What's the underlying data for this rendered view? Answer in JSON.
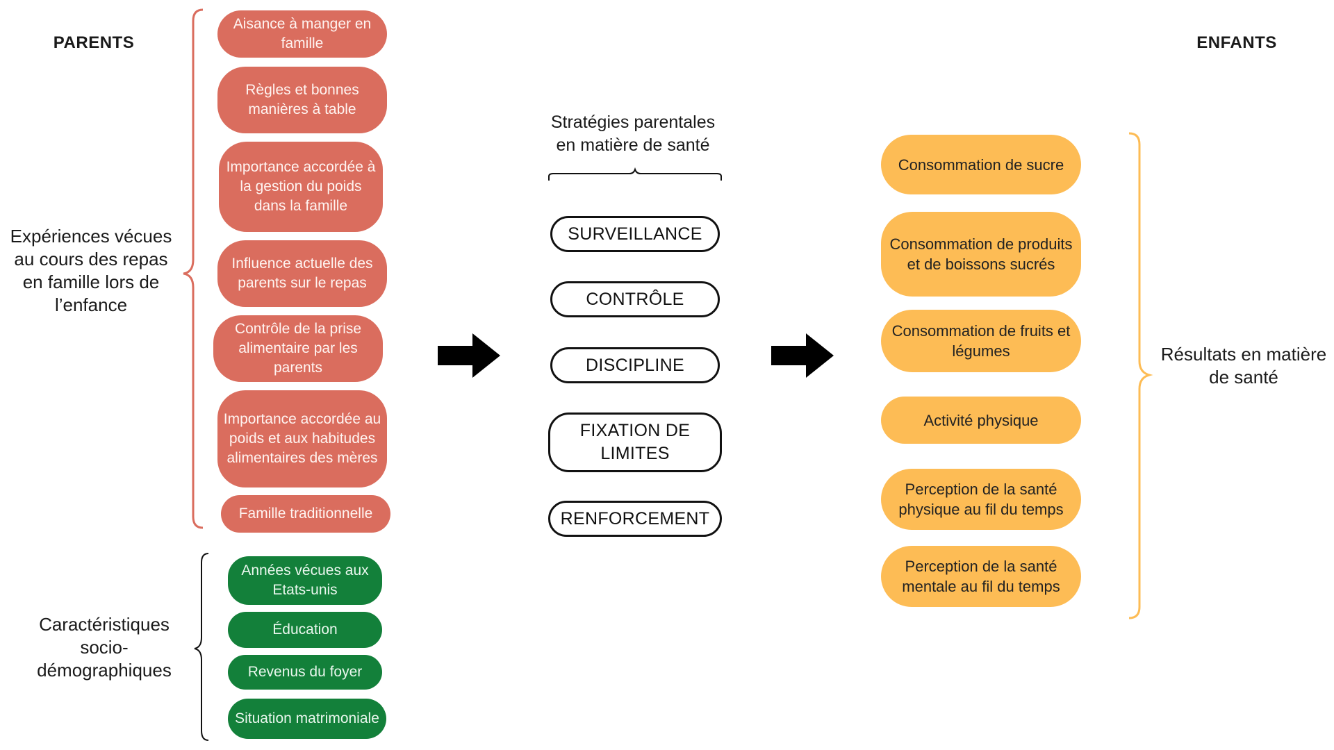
{
  "colors": {
    "parents_accent": "#da6d5e",
    "socio_accent": "#13803a",
    "outcomes_accent": "#fdbc55",
    "strategy_border": "#111111"
  },
  "headers": {
    "parents": "PARENTS",
    "children": "ENFANTS"
  },
  "left_labels": {
    "experiences": "Expériences vécues au cours des repas en famille lors de l’enfance",
    "socio": "Caractéristiques socio-démographiques"
  },
  "experience_items": [
    "Aisance à manger en famille",
    "Règles et bonnes manières à table",
    "Importance accordée à la gestion du poids dans la famille",
    "Influence actuelle des parents sur le repas",
    "Contrôle de la prise alimentaire par les parents",
    "Importance accordée au poids et aux habitudes alimentaires des mères",
    "Famille traditionnelle"
  ],
  "socio_items": [
    "Années vécues aux Etats-unis",
    "Éducation",
    "Revenus du foyer",
    "Situation matrimoniale"
  ],
  "strategies": {
    "title": "Stratégies parentales en matière de santé",
    "items": [
      "SURVEILLANCE",
      "CONTRÔLE",
      "DISCIPLINE",
      "FIXATION DE LIMITES",
      "RENFORCEMENT"
    ]
  },
  "outcomes": {
    "label": "Résultats en matière de santé",
    "items": [
      "Consommation de sucre",
      "Consommation de produits et de boissons sucrés",
      "Consommation de fruits et légumes",
      "Activité physique",
      "Perception de la santé physique au fil du temps",
      "Perception de la santé mentale au fil du temps"
    ]
  },
  "icons": {
    "arrow_1": "right-arrow-icon",
    "arrow_2": "right-arrow-icon"
  }
}
